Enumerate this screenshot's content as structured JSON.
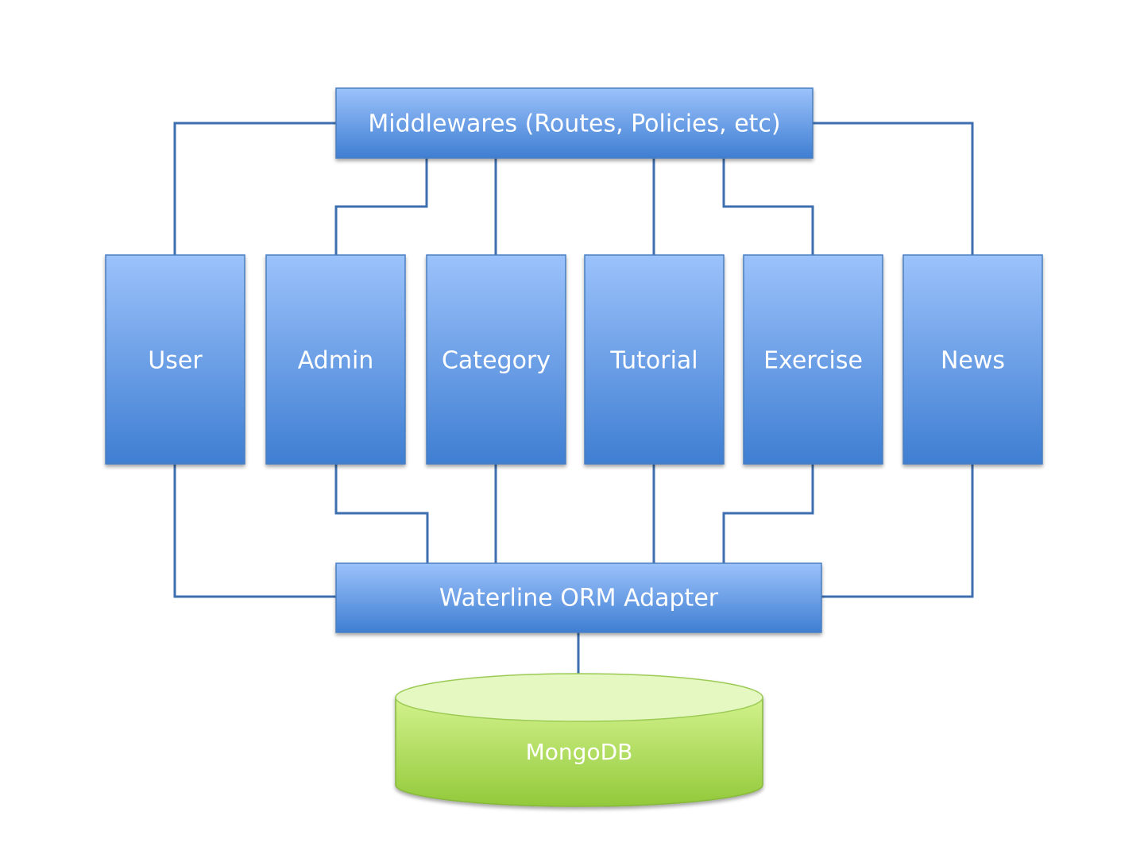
{
  "diagram": {
    "middleware": "Middlewares (Routes, Policies, etc)",
    "modules": [
      "User",
      "Admin",
      "Category",
      "Tutorial",
      "Exercise",
      "News"
    ],
    "adapter": "Waterline ORM Adapter",
    "database": "MongoDB"
  },
  "colors": {
    "box_top": "#9bc2fb",
    "box_bottom": "#3f7ed2",
    "connector": "#3d6fb0",
    "db_top": "#e6f8c2",
    "db_body_top": "#d2f28c",
    "db_body_bottom": "#92c93a",
    "label": "#ffffff"
  }
}
